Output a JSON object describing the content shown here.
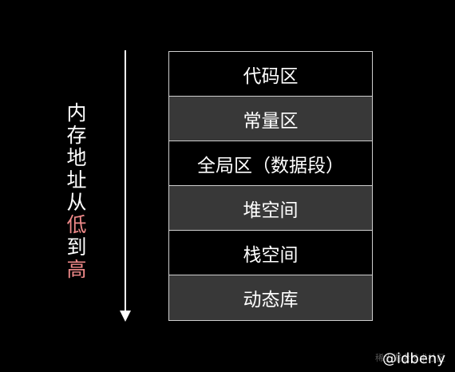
{
  "memory_label": {
    "chars": [
      {
        "text": "内",
        "highlight": false
      },
      {
        "text": "存",
        "highlight": false
      },
      {
        "text": "地",
        "highlight": false
      },
      {
        "text": "址",
        "highlight": false
      },
      {
        "text": "从",
        "highlight": false
      },
      {
        "text": "低",
        "highlight": true
      },
      {
        "text": "到",
        "highlight": false
      },
      {
        "text": "高",
        "highlight": true
      }
    ],
    "highlight_color": "#f08a8a"
  },
  "segments": [
    {
      "label": "代码区"
    },
    {
      "label": "常量区"
    },
    {
      "label": "全局区（数据段）"
    },
    {
      "label": "堆空间"
    },
    {
      "label": "栈空间"
    },
    {
      "label": "动态库"
    }
  ],
  "colors": {
    "background": "#000000",
    "row_dark": "#000000",
    "row_gray": "#383838",
    "border": "#cfcfcf"
  },
  "watermark": {
    "text": "@idbeny",
    "faint_text": "稀土掘金技术社区"
  }
}
